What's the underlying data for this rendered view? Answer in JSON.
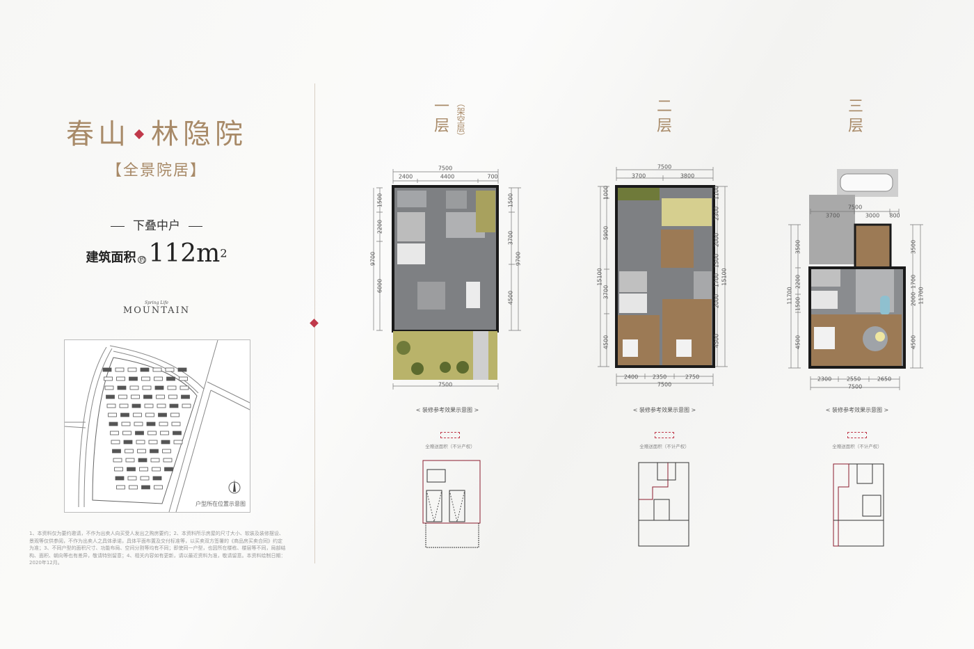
{
  "left_panel": {
    "title_part1": "春山",
    "title_part2": "林隐院",
    "subtitle": "【全景院居】",
    "unit_type": "下叠中户",
    "area_label": "建筑面积",
    "area_approx": "约",
    "area_value": "112m",
    "area_unit_sup": "2",
    "logo_small": "Spring Life",
    "logo_main": "MOUNTAIN",
    "site_map_caption": "户型所在位置示意图",
    "north_label": "北",
    "disclaimer": "1、本资料仅为要约邀请，不作为出卖人向买受人发出之购房要约；2、本资料所示房屋的尺寸大小、软装及装修摆设、景观等仅供参阅，不作为出卖人之具体承诺，具体平面布置及交付标准等，以买卖双方签署的《商品房买卖合同》约定为准；3、不同户型的面积尺寸、功能布局、空间分割等均有不同；即使同一户型，也因所在楼栋、楼层等不同，局部结构、面积、朝向等也有差异，敬请特别留意；4、相关内容如有更新，请以最近资料为准，敬请留意。本资料绘制日期：2020年12月。"
  },
  "colors": {
    "gold": "#a88a68",
    "accent_red": "#c0394a",
    "floor_gray": "#7d7f82",
    "wood": "#9c7a55",
    "garden": "#b9b36a"
  },
  "floors": [
    {
      "title_num": "一",
      "title_layer": "层",
      "title_note": "（架空层）",
      "dims": {
        "top_total": "7500",
        "top": [
          "2400",
          "4400",
          "700"
        ],
        "bottom": [
          "7500"
        ],
        "left_total": "9700",
        "left": [
          "1500",
          "2200",
          "6000"
        ],
        "right_total": "9700",
        "right": [
          "1500",
          "3700",
          "4500"
        ]
      },
      "caption": "< 装修参考效果示意图 >",
      "gift_label": "全赠送面积（不计产权）"
    },
    {
      "title_num": "二",
      "title_layer": "层",
      "dims": {
        "top_total": "7500",
        "top": [
          "3700",
          "3800"
        ],
        "bottom": [
          "2400",
          "2350",
          "2750"
        ],
        "bottom_total": "7500",
        "left_total": "15100",
        "left": [
          "1000",
          "5900",
          "3700",
          "4500"
        ],
        "right_total": "15100",
        "right": [
          "1100",
          "2300",
          "2000",
          "1500",
          "1700",
          "2000",
          "4500"
        ]
      },
      "caption": "< 装修参考效果示意图 >",
      "gift_label": "全赠送面积（不计产权）"
    },
    {
      "title_num": "三",
      "title_layer": "层",
      "dims": {
        "top_total": "7500",
        "top": [
          "3700",
          "3000",
          "800"
        ],
        "bottom": [
          "2300",
          "2550",
          "2650"
        ],
        "bottom_total": "7500",
        "left_total": "11700",
        "left": [
          "3500",
          "2200",
          "1500",
          "4500"
        ],
        "right_total": "11700",
        "right": [
          "3500",
          "1700",
          "2000",
          "4500"
        ]
      },
      "caption": "< 装修参考效果示意图 >",
      "gift_label": "全赠送面积（不计产权）"
    }
  ]
}
